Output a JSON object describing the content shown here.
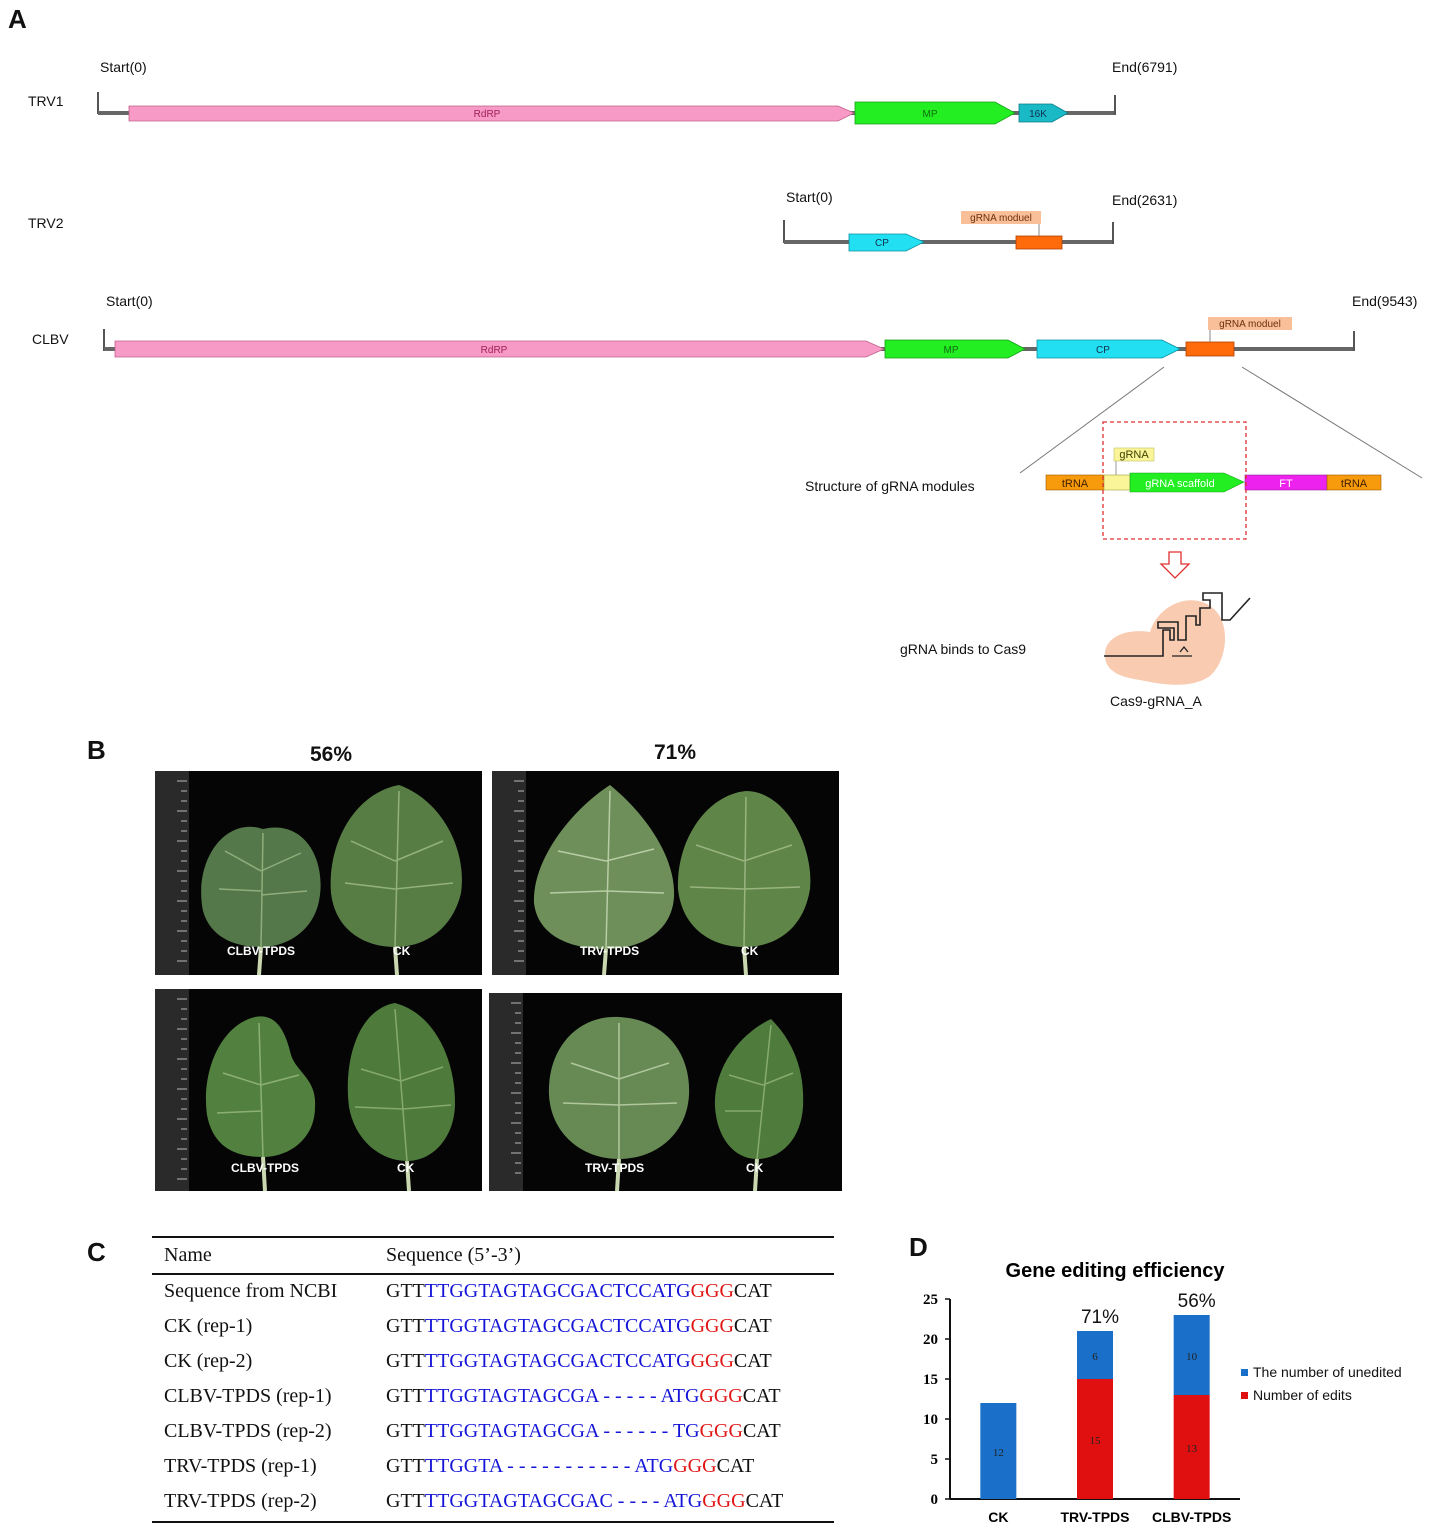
{
  "panels": {
    "a": "A",
    "b": "B",
    "c": "C",
    "d": "D"
  },
  "panel_a": {
    "trv1": {
      "name": "TRV1",
      "start": "Start(0)",
      "end": "End(6791)",
      "genes": {
        "rdrp": "RdRP",
        "mp": "MP",
        "k16": "16K"
      }
    },
    "trv2": {
      "name": "TRV2",
      "start": "Start(0)",
      "end": "End(2631)",
      "genes": {
        "cp": "CP"
      },
      "module": "gRNA moduel"
    },
    "clbv": {
      "name": "CLBV",
      "start": "Start(0)",
      "end": "End(9543)",
      "genes": {
        "rdrp": "RdRP",
        "mp": "MP",
        "cp": "CP"
      },
      "module": "gRNA moduel"
    },
    "structure_label": "Structure of gRNA modules",
    "module_parts": {
      "trna1": "tRNA",
      "grna": "gRNA",
      "scaffold": "gRNA scaffold",
      "ft": "FT",
      "trna2": "tRNA"
    },
    "binds_label": "gRNA binds to Cas9",
    "cas9_label": "Cas9-gRNA_A",
    "colors": {
      "rdrp": "#f79ac6",
      "mp": "#22ee22",
      "k16": "#19b9c6",
      "cp": "#22e0f2",
      "module": "#ff6a0a",
      "module_label_bg": "#f9bf98",
      "grna_bg": "#fbf59a",
      "ft": "#ee22ee",
      "trna": "#f79a0c",
      "cas9": "#f9cbb1",
      "dashed": "#e03030"
    }
  },
  "panel_b": {
    "pct_left": "56%",
    "pct_right": "71%",
    "photos": [
      {
        "left_label": "CLBV-TPDS",
        "right_label": "CK"
      },
      {
        "left_label": "TRV-TPDS",
        "right_label": "CK"
      },
      {
        "left_label": "CLBV-TPDS",
        "right_label": "CK"
      },
      {
        "left_label": "TRV-TPDS",
        "right_label": "CK"
      }
    ]
  },
  "panel_c": {
    "header_name": "Name",
    "header_seq": "Sequence (5’-3’)",
    "rows": [
      {
        "name": "Sequence from NCBI",
        "seq": [
          [
            "black",
            "GTT"
          ],
          [
            "blue",
            "TTGGTAGTAGCGACTCCATG"
          ],
          [
            "red",
            "GGG"
          ],
          [
            "black",
            "CAT"
          ]
        ]
      },
      {
        "name": "CK (rep-1)",
        "seq": [
          [
            "black",
            "GTT"
          ],
          [
            "blue",
            "TTGGTAGTAGCGACTCCATG"
          ],
          [
            "red",
            "GGG"
          ],
          [
            "black",
            "CAT"
          ]
        ]
      },
      {
        "name": "CK (rep-2)",
        "seq": [
          [
            "black",
            "GTT"
          ],
          [
            "blue",
            "TTGGTAGTAGCGACTCCATG"
          ],
          [
            "red",
            "GGG"
          ],
          [
            "black",
            "CAT"
          ]
        ]
      },
      {
        "name": "CLBV-TPDS (rep-1)",
        "seq": [
          [
            "black",
            "GTT"
          ],
          [
            "blue",
            "TTGGTAGTAGCGA - - - - - ATG"
          ],
          [
            "red",
            "GGG"
          ],
          [
            "black",
            "CAT"
          ]
        ]
      },
      {
        "name": "CLBV-TPDS (rep-2)",
        "seq": [
          [
            "black",
            "GTT"
          ],
          [
            "blue",
            "TTGGTAGTAGCGA - - - - - - TG"
          ],
          [
            "red",
            "GGG"
          ],
          [
            "black",
            "CAT"
          ]
        ]
      },
      {
        "name": "TRV-TPDS (rep-1)",
        "seq": [
          [
            "black",
            "GTT"
          ],
          [
            "blue",
            "TTGGTA - - - - - - - - - - - ATG"
          ],
          [
            "red",
            "GGG"
          ],
          [
            "black",
            "CAT"
          ]
        ]
      },
      {
        "name": "TRV-TPDS (rep-2)",
        "seq": [
          [
            "black",
            "GTT"
          ],
          [
            "blue",
            "TTGGTAGTAGCGAC - - - - ATG"
          ],
          [
            "red",
            "GGG"
          ],
          [
            "black",
            "CAT"
          ]
        ]
      }
    ]
  },
  "chart_data": {
    "type": "bar",
    "stacked": true,
    "title": "Gene editing efficiency",
    "categories": [
      "CK",
      "TRV-TPDS",
      "CLBV-TPDS"
    ],
    "series": [
      {
        "name": "Number of edits",
        "color": "#e01010",
        "values": [
          0,
          15,
          13
        ]
      },
      {
        "name": "The number of unedited",
        "color": "#1a6fc9",
        "values": [
          12,
          6,
          10
        ]
      }
    ],
    "annotations": [
      "",
      "71%",
      "56%"
    ],
    "ylim": [
      0,
      25
    ],
    "yticks": [
      0,
      5,
      10,
      15,
      20,
      25
    ],
    "legend": "right",
    "grid": false
  }
}
